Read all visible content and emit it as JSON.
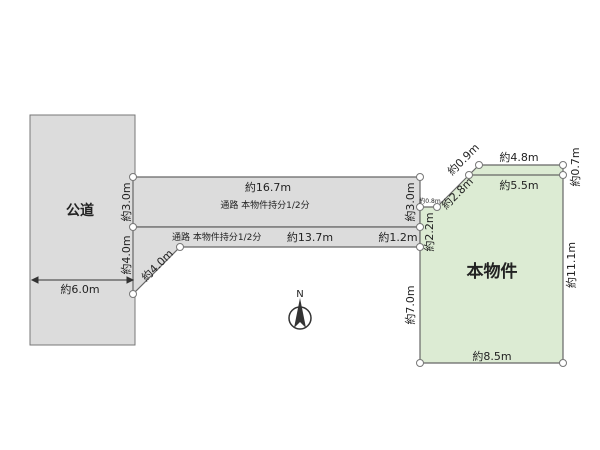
{
  "public_road": {
    "label": "公道",
    "width": "約6.0m"
  },
  "passage_upper": {
    "label": "通路 本物件持分1/2分",
    "length": "約16.7m",
    "left_width": "約3.0m",
    "right_width": "約3.0m"
  },
  "passage_lower": {
    "label": "通路 本物件持分1/2分",
    "length": "約13.7m",
    "right_width": "約1.2m",
    "left_side": "約4.0m",
    "diagonal": "約4.0m"
  },
  "property": {
    "label": "本物件",
    "edges": {
      "small_top": "約0.8m",
      "left_upper": "約2.2m",
      "diagonal": "約2.8m",
      "corner": "約0.9m",
      "top": "約4.8m",
      "top_inner": "約5.5m",
      "right_corner": "約0.7m",
      "right": "約11.1m",
      "bottom": "約8.5m",
      "left": "約7.0m"
    },
    "fill": "#dcebd3"
  },
  "compass": {
    "label": "N"
  }
}
